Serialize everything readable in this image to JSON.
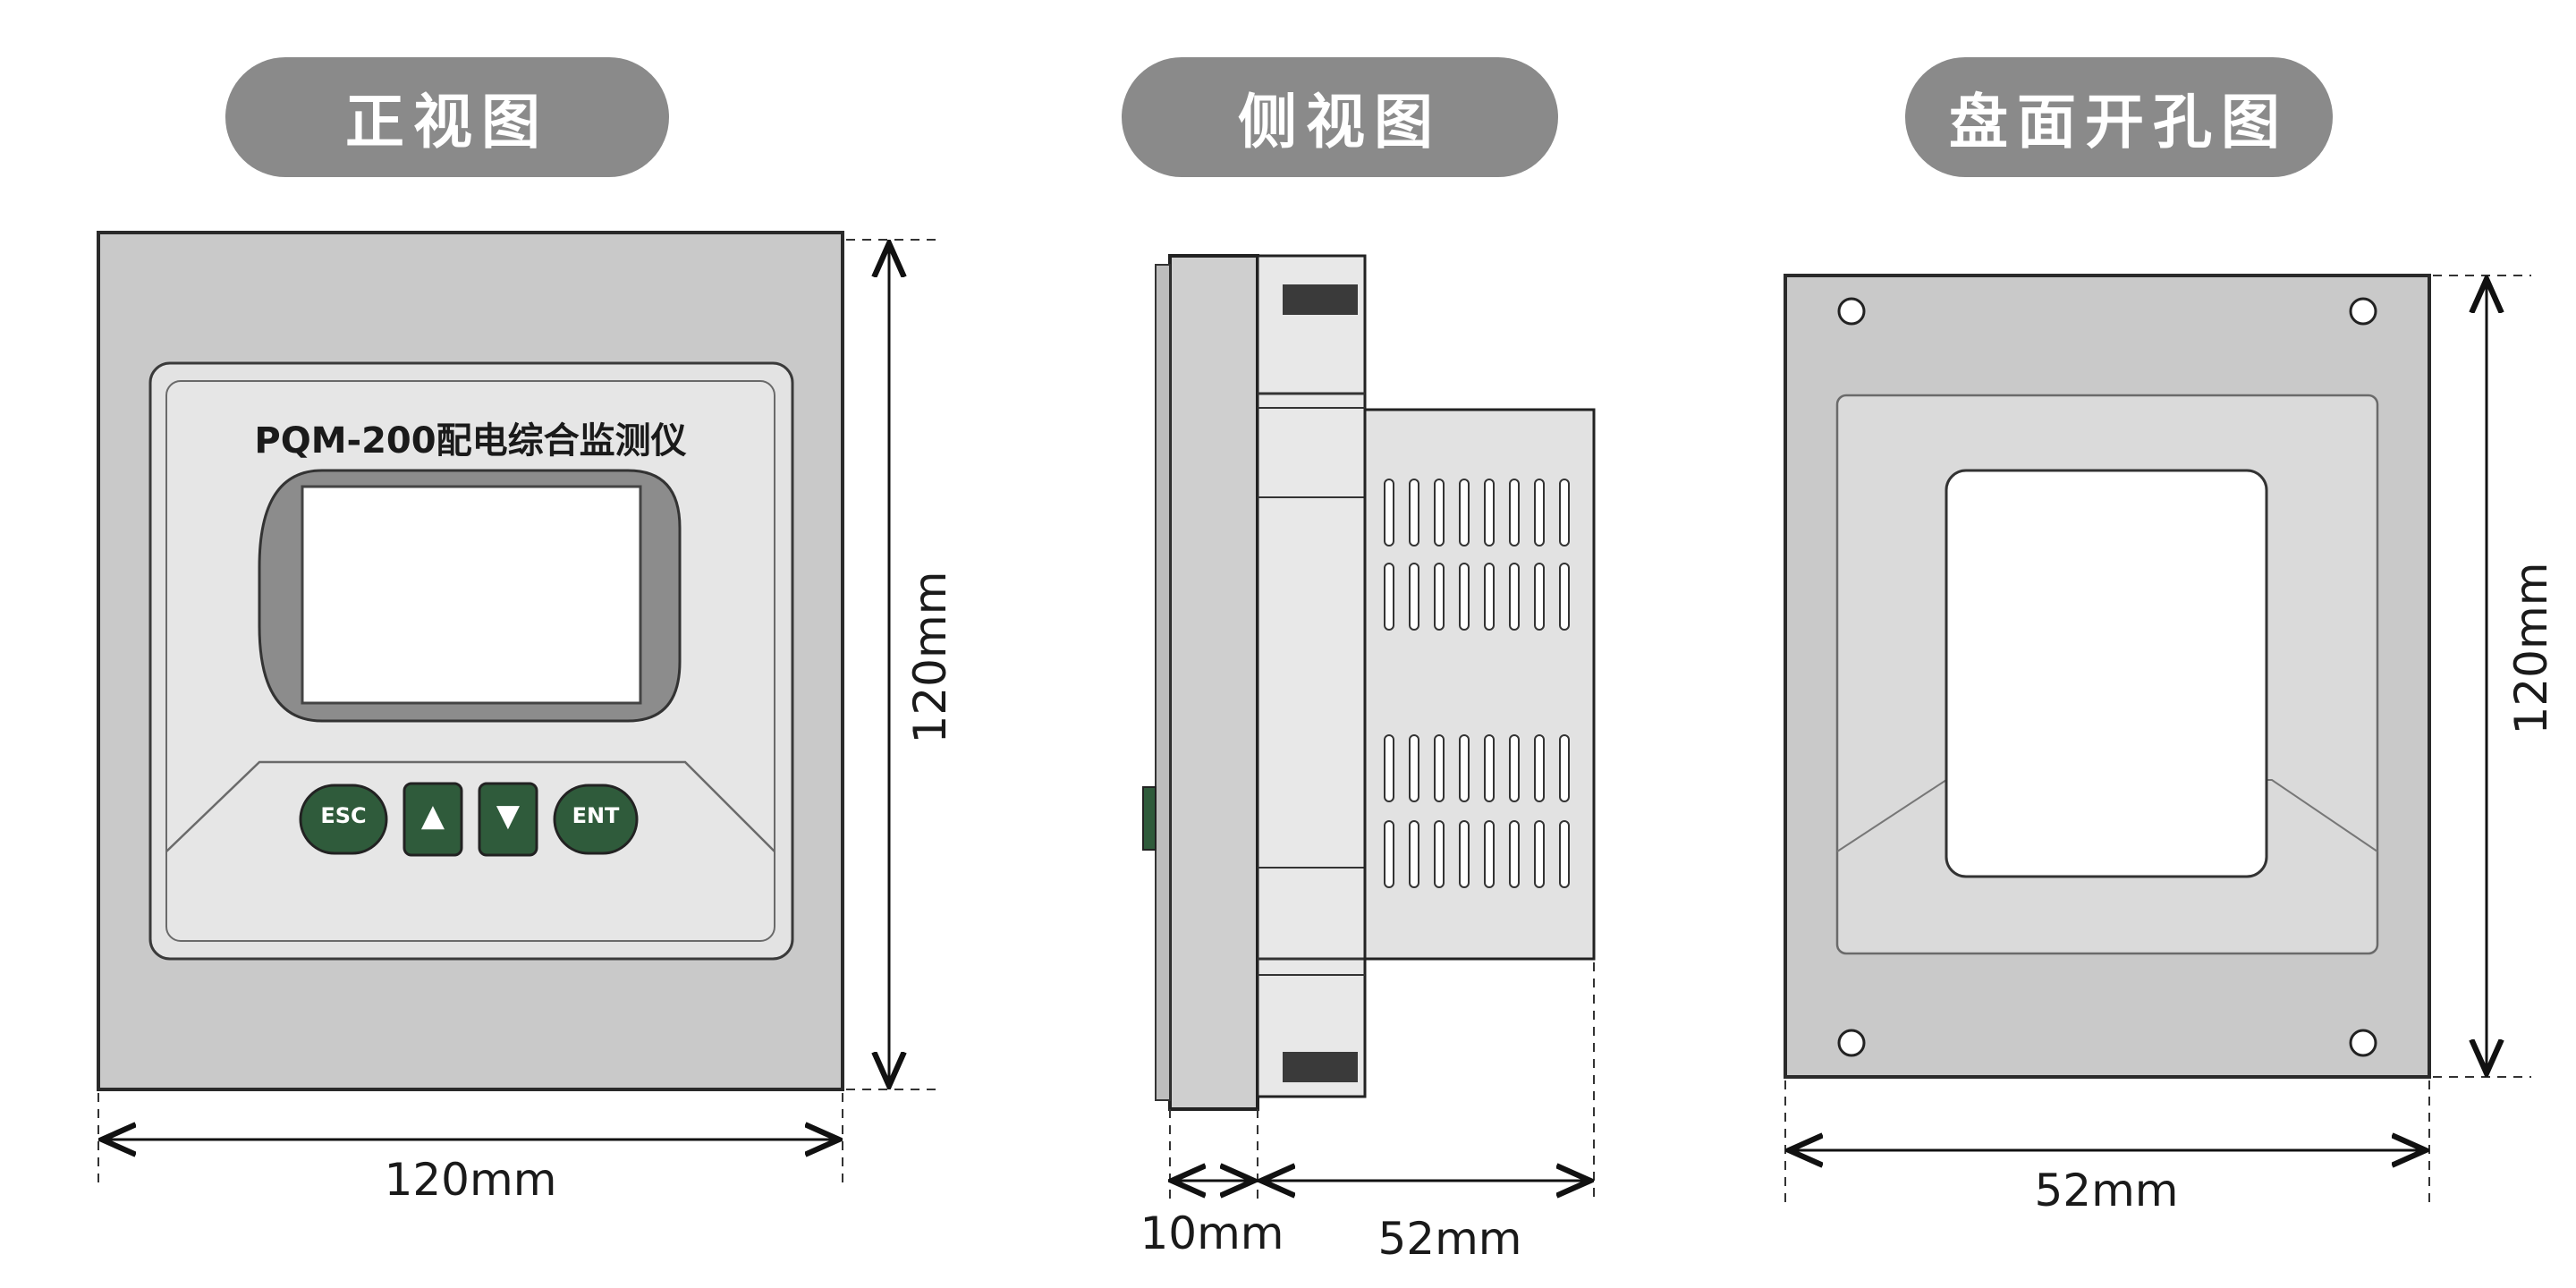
{
  "views": {
    "front": {
      "title": "正视图"
    },
    "side": {
      "title": "侧视图"
    },
    "cutout": {
      "title": "盘面开孔图"
    }
  },
  "device": {
    "model_label": "PQM-200配电综合监测仪",
    "buttons": [
      {
        "label": "ESC"
      },
      {
        "label": "▲"
      },
      {
        "label": "▼"
      },
      {
        "label": "ENT"
      }
    ],
    "button_color": "#2f5b3b"
  },
  "dimensions": {
    "front_width": "120mm",
    "front_height": "120mm",
    "side_front_depth": "10mm",
    "side_body_depth": "52mm",
    "cutout_width": "52mm",
    "cutout_height": "120mm"
  },
  "colors": {
    "panel_gray": "#c9c9c9",
    "face_light": "#e6e6e6",
    "pill_gray": "#8a8a8a",
    "outline": "#2a2a2a"
  }
}
